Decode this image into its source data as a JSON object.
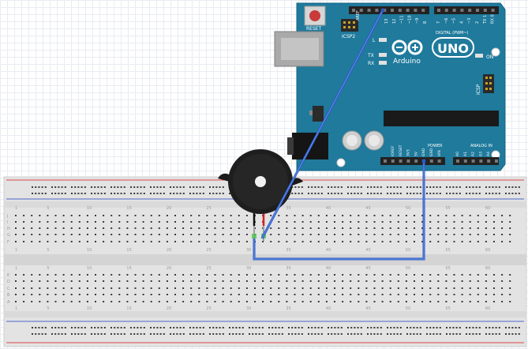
{
  "arduino": {
    "model": "UNO",
    "brand": "Arduino",
    "reset_label": "RESET",
    "icsp2_label": "ICSP2",
    "icsp_label": "ICSP",
    "aref_label": "AREF",
    "digital_label": "DIGITAL (PWM~)",
    "on_label": "ON",
    "l_label": "L",
    "tx_label": "TX",
    "rx_label": "RX",
    "power_label": "POWER",
    "analog_label": "ANALOG IN",
    "power_pins": [
      "IOREF",
      "RESET",
      "3V3",
      "5V",
      "GND",
      "GND",
      "VIN"
    ],
    "analog_pins": [
      "A0",
      "A1",
      "A2",
      "A3",
      "A4",
      "A5"
    ],
    "digital_pins": [
      "13",
      "12",
      "~11",
      "~10",
      "~9",
      "8",
      "7",
      "~6",
      "~5",
      "4",
      "~3",
      "2",
      "TX 1",
      "RX 0"
    ]
  },
  "breadboard": {
    "column_numbers": [
      "1",
      "5",
      "10",
      "15",
      "20",
      "25",
      "30",
      "35",
      "40",
      "45",
      "50",
      "55",
      "60"
    ],
    "row_letters_top": [
      "J",
      "I",
      "H",
      "G",
      "F"
    ],
    "row_letters_bottom": [
      "E",
      "D",
      "C",
      "B",
      "A"
    ]
  },
  "colors": {
    "board": "#1f7a9c",
    "wire": "#3b6fd8",
    "rail_red": "#d94848",
    "rail_blue": "#4a67c8",
    "breadboard": "#e4e4e4"
  }
}
